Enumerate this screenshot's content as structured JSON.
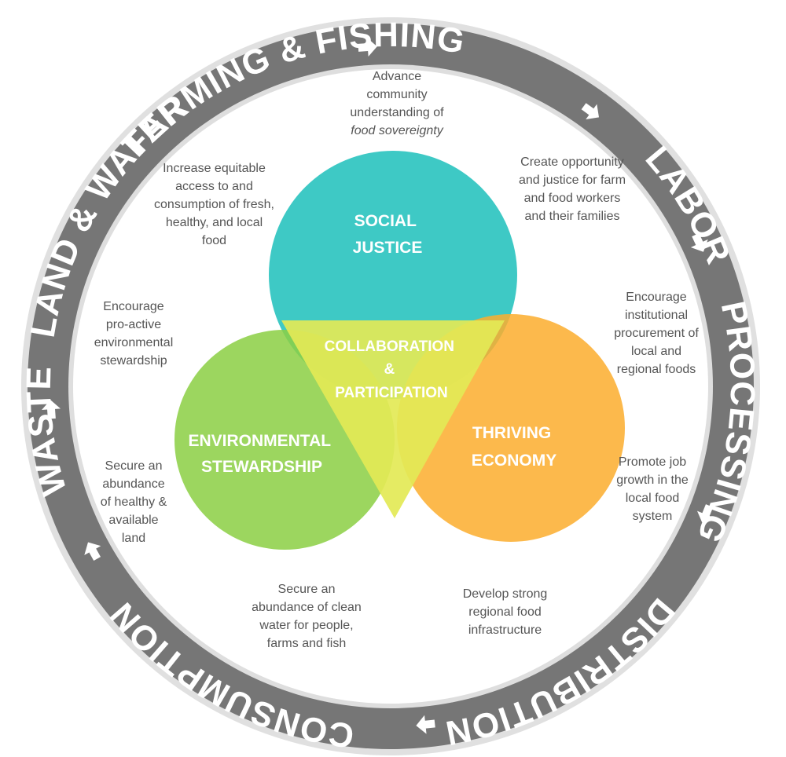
{
  "ring": {
    "words": [
      "LAND & WATER",
      "FARMING & FISHING",
      "LABOR",
      "PROCESSING",
      "DISTRIBUTION",
      "CONSUMPTION",
      "WASTE"
    ],
    "color": "#777777"
  },
  "circles": {
    "social_justice": {
      "lines": [
        "SOCIAL",
        "JUSTICE"
      ],
      "color": "#2ec4c0"
    },
    "environmental_stewardship": {
      "lines": [
        "ENVIRONMENTAL",
        "STEWARDSHIP"
      ],
      "color": "#8ccf45"
    },
    "thriving_economy": {
      "lines": [
        "THRIVING",
        "ECONOMY"
      ],
      "color": "#fbad2e"
    },
    "center": {
      "lines": [
        "COLLABORATION",
        "&",
        "PARTICIPATION"
      ],
      "color": "#e3e956"
    }
  },
  "notes": {
    "food_sovereignty": [
      "Advance",
      "community",
      "understanding of",
      "food sovereignty"
    ],
    "equitable_access": [
      "Increase  equitable",
      "access to and",
      "consumption of fresh,",
      "healthy, and local",
      "food"
    ],
    "opportunity_justice": [
      "Create opportunity",
      "and justice for farm",
      "and food workers",
      "and their families"
    ],
    "environmental_stewardship": [
      "Encourage",
      "pro-active",
      "environmental",
      "stewardship"
    ],
    "institutional_procurement": [
      "Encourage",
      "institutional",
      "procurement of",
      "local and",
      "regional foods"
    ],
    "healthy_land": [
      "Secure an",
      "abundance",
      "of healthy &",
      "available",
      "land"
    ],
    "job_growth": [
      "Promote job",
      "growth in the",
      "local food",
      "system"
    ],
    "clean_water": [
      "Secure an",
      "abundance of clean",
      "water for people,",
      "farms and fish"
    ],
    "regional_infrastructure": [
      "Develop strong",
      "regional food",
      "infrastructure"
    ]
  }
}
